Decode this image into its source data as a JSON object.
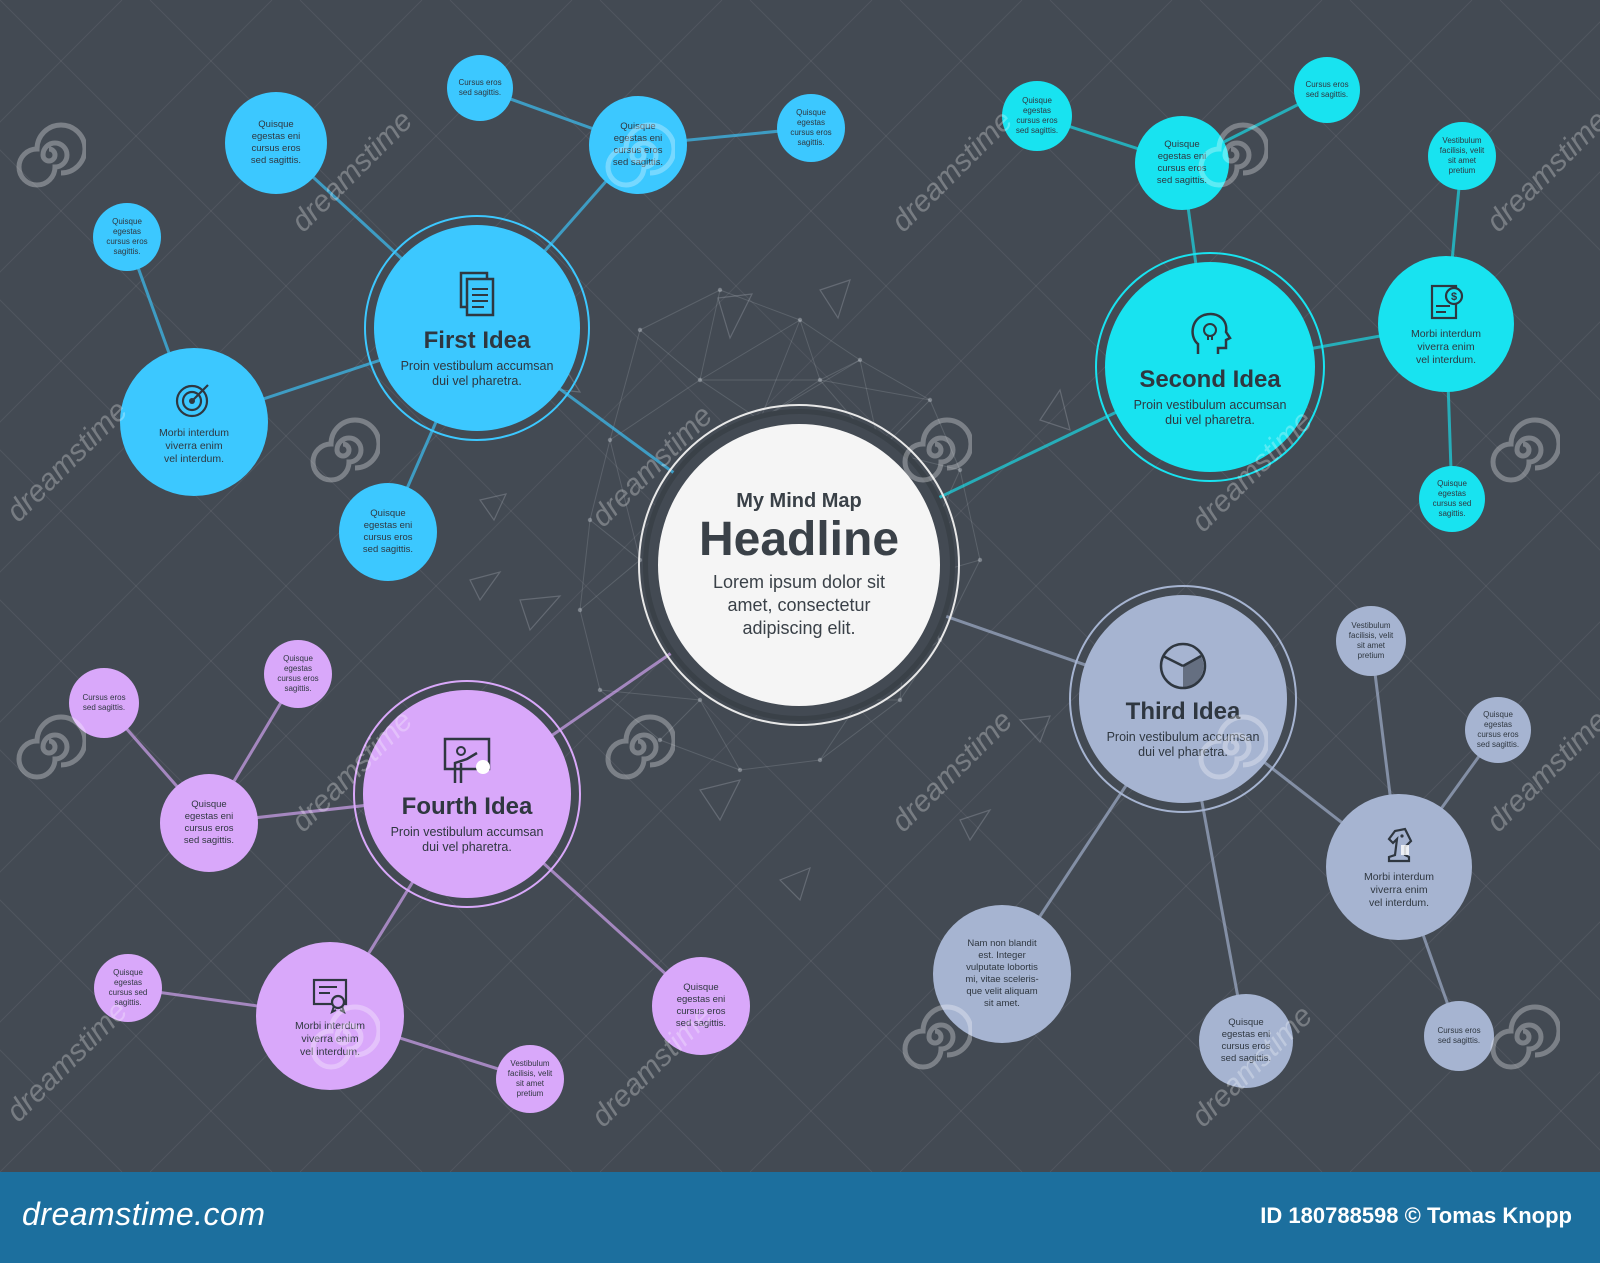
{
  "center": {
    "kicker": "My Mind Map",
    "title": "Headline",
    "subtitle_lines": [
      "Lorem ipsum dolor sit",
      "amet, consectetur",
      "adipiscing elit."
    ]
  },
  "colors": {
    "background": "#434a53",
    "first": "#3cc8ff",
    "second": "#18e3f0",
    "third": "#a6b4d1",
    "fourth": "#d9a8fa",
    "center_fill": "#f5f5f5",
    "center_ring": "#3a4148",
    "footer": "#1c6f9e"
  },
  "ideas": [
    {
      "key": "first",
      "title": "First Idea",
      "sub1": "Proin vestibulum accumsan",
      "sub2": "dui vel pharetra.",
      "icon": "documents-icon"
    },
    {
      "key": "second",
      "title": "Second Idea",
      "sub1": "Proin vestibulum accumsan",
      "sub2": "dui vel pharetra.",
      "icon": "lightbulb-head-icon"
    },
    {
      "key": "third",
      "title": "Third Idea",
      "sub1": "Proin vestibulum accumsan",
      "sub2": "dui vel pharetra.",
      "icon": "pie-chart-icon"
    },
    {
      "key": "fourth",
      "title": "Fourth Idea",
      "sub1": "Proin vestibulum accumsan",
      "sub2": "dui vel pharetra.",
      "icon": "presentation-board-icon"
    }
  ],
  "sub_nodes": {
    "first": {
      "target": {
        "lines": [
          "Morbi interdum",
          "viverra enim",
          "vel interdum."
        ],
        "icon": "target-icon"
      },
      "top_left": [
        "Quisque",
        "egestas eni",
        "cursus eros",
        "sed sagittis."
      ],
      "far_left": [
        "Quisque",
        "egestas",
        "cursus eros",
        "sagittis."
      ],
      "bottom": [
        "Quisque",
        "egestas eni",
        "cursus eros",
        "sed sagittis."
      ],
      "top_mid": [
        "Quisque",
        "egestas eni",
        "cursus eros",
        "sed sagittis."
      ],
      "top_small": [
        "Cursus eros",
        "sed sagittis."
      ],
      "top_right": [
        "Quisque",
        "egestas",
        "cursus eros",
        "sagittis."
      ]
    },
    "second": {
      "top": [
        "Quisque",
        "egestas eni",
        "cursus eros",
        "sed sagittis."
      ],
      "top_left": [
        "Quisque",
        "egestas",
        "cursus eros",
        "sed sagittis."
      ],
      "top_right": [
        "Cursus eros",
        "sed sagittis."
      ],
      "right_top": [
        "Vestibulum",
        "facilisis, velit",
        "sit amet",
        "pretium"
      ],
      "right": {
        "lines": [
          "Morbi interdum",
          "viverra enim",
          "vel interdum."
        ],
        "icon": "dollar-document-icon"
      },
      "right_bottom": [
        "Quisque",
        "egestas",
        "cursus sed",
        "sagittis."
      ]
    },
    "third": {
      "left_bottom": [
        "Nam non blandit",
        "est. Integer",
        "vulputate lobortis",
        "mi, vitae sceleris-",
        "que velit aliquam",
        "sit amet."
      ],
      "bottom": [
        "Quisque",
        "egestas eni",
        "cursus eros",
        "sed sagittis."
      ],
      "right": {
        "lines": [
          "Morbi interdum",
          "viverra enim",
          "vel interdum."
        ],
        "icon": "chess-knight-icon"
      },
      "top_right": [
        "Vestibulum",
        "facilisis, velit",
        "sit amet",
        "pretium"
      ],
      "far_right": [
        "Quisque",
        "egestas",
        "cursus eros",
        "sed sagittis."
      ],
      "bottom_right": [
        "Cursus eros",
        "sed sagittis."
      ]
    },
    "fourth": {
      "left": [
        "Quisque",
        "egestas eni",
        "cursus eros",
        "sed sagittis."
      ],
      "top_left": [
        "Cursus eros",
        "sed sagittis."
      ],
      "top": [
        "Quisque",
        "egestas",
        "cursus eros",
        "sagittis."
      ],
      "cert": {
        "lines": [
          "Morbi interdum",
          "viverra enim",
          "vel interdum."
        ],
        "icon": "certificate-icon"
      },
      "bottom_left": [
        "Quisque",
        "egestas",
        "cursus sed",
        "sagittis."
      ],
      "bottom": [
        "Vestibulum",
        "facilisis, velit",
        "sit amet",
        "pretium"
      ],
      "right": [
        "Quisque",
        "egestas eni",
        "cursus eros",
        "sed sagittis."
      ]
    }
  },
  "watermark": "dreamstime",
  "footer": {
    "brand": "dreamstime.com",
    "id_text": "ID 180788598 © Tomas Knopp"
  }
}
